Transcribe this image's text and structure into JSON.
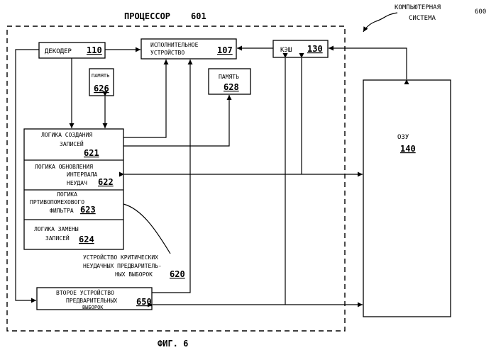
{
  "system": {
    "label_line1": "КОМПЬЮТЕРНАЯ",
    "label_line2": "СИСТЕМА",
    "number": "600"
  },
  "processor": {
    "label": "ПРОЦЕССОР",
    "number": "601"
  },
  "decoder": {
    "label": "ДЕКОДЕР",
    "number": "110"
  },
  "exec_unit": {
    "line1": "ИСПОЛНИТЕЛЬНОЕ",
    "line2": "УСТРОЙСТВО",
    "number": "107"
  },
  "cache": {
    "label": "КЭШ",
    "number": "130"
  },
  "memory626": {
    "label": "ПАМЯТЬ",
    "number": "626"
  },
  "memory628": {
    "label": "ПАМЯТЬ",
    "number": "628"
  },
  "ram": {
    "label": "ОЗУ",
    "number": "140"
  },
  "logic621": {
    "line1": "ЛОГИКА СОЗДАНИЯ",
    "line2": "ЗАПИСЕЙ",
    "number": "621"
  },
  "logic622": {
    "line1": "ЛОГИКА ОБНОВЛЕНИЯ",
    "line2": "ИНТЕРВАЛА",
    "line3": "НЕУДАЧ",
    "number": "622"
  },
  "logic623": {
    "line1": "ЛОГИКА",
    "line2": "ПРТИВОПОМЕХОВОГО",
    "line3": "ФИЛЬТРА",
    "number": "623"
  },
  "logic624": {
    "line1": "ЛОГИКА ЗАМЕНЫ",
    "line2": "ЗАПИСЕЙ",
    "number": "624"
  },
  "critical": {
    "line1": "УСТРОЙСТВО КРИТИЧЕСКИХ",
    "line2": "НЕУДАЧНЫХ ПРЕДВАРИТЕЛЬ-",
    "line3": "НЫХ ВЫБОРОК",
    "number": "620"
  },
  "prefetch2": {
    "line1": "ВТОРОЕ УСТРОЙСТВО",
    "line2": "ПРЕДВАРИТЕЛЬНЫХ",
    "line3": "ВЫБОРОК",
    "number": "650"
  },
  "figure": {
    "caption": "ФИГ. 6"
  }
}
